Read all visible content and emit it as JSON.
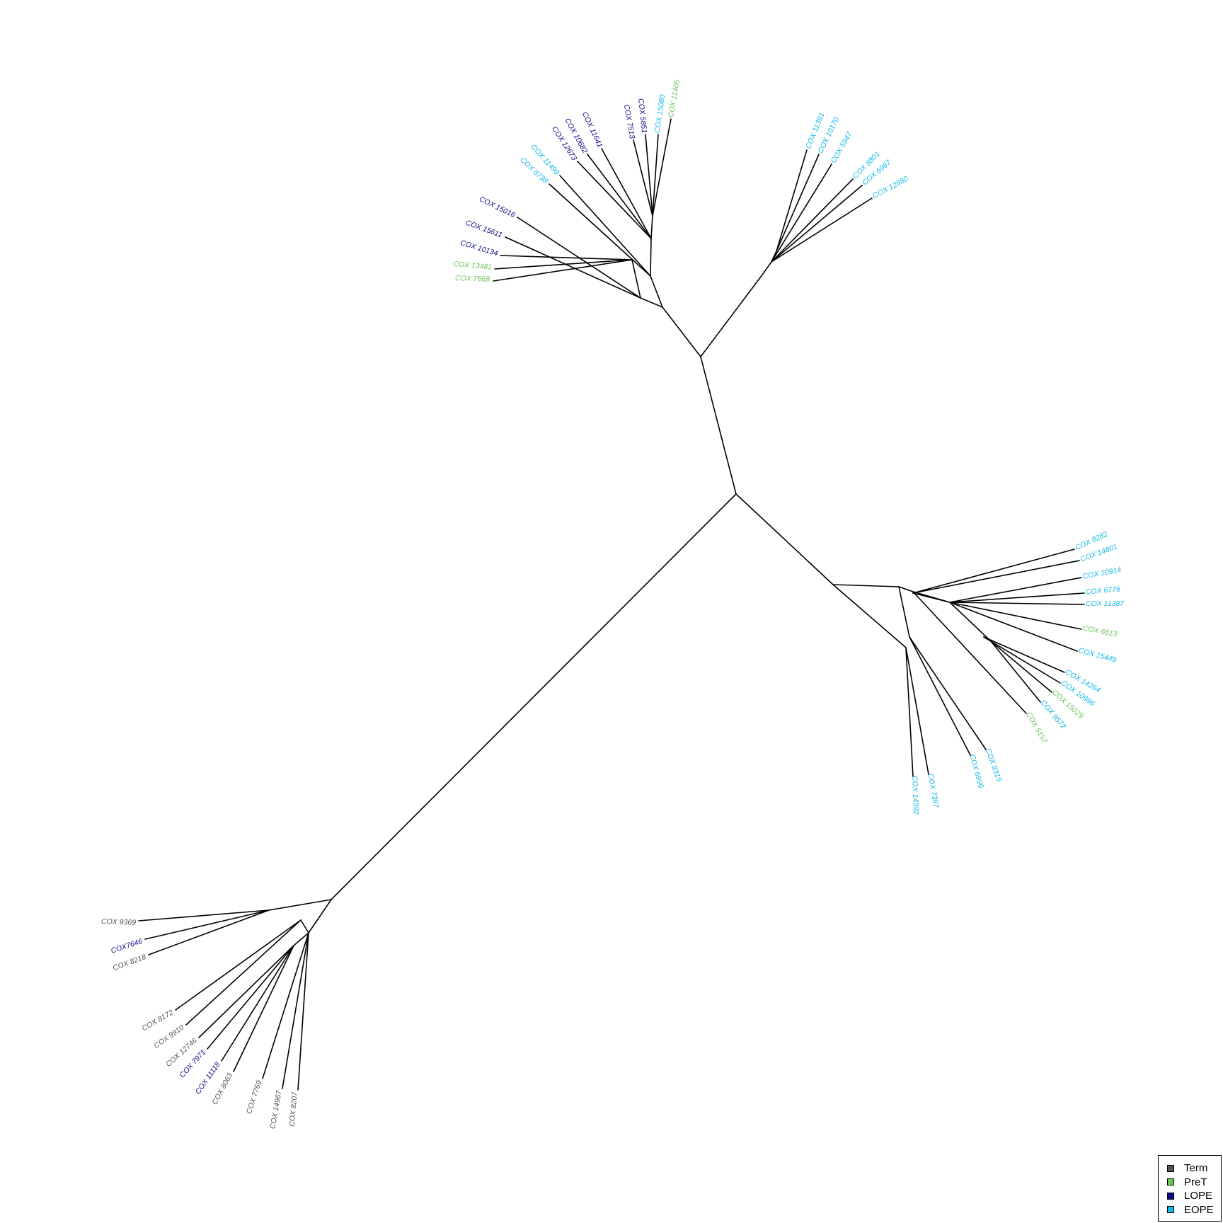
{
  "legend": {
    "items": [
      {
        "label": "Term",
        "color": "#555555"
      },
      {
        "label": "PreT",
        "color": "#6cc35a"
      },
      {
        "label": "LOPE",
        "color": "#0b0b85"
      },
      {
        "label": "EOPE",
        "color": "#13b8e8"
      }
    ]
  },
  "tree": {
    "type": "unrooted-phylogeny",
    "tips": [
      {
        "label": "COX 15080",
        "group": "EOPE"
      },
      {
        "label": "COX 11405",
        "group": "PreT"
      },
      {
        "label": "COX 5851",
        "group": "LOPE"
      },
      {
        "label": "COX 7513",
        "group": "LOPE"
      },
      {
        "label": "COX 11641",
        "group": "LOPE"
      },
      {
        "label": "COX 10682",
        "group": "LOPE"
      },
      {
        "label": "COX 12673",
        "group": "LOPE"
      },
      {
        "label": "COX 11499",
        "group": "EOPE"
      },
      {
        "label": "COX 8738",
        "group": "EOPE"
      },
      {
        "label": "COX 15016",
        "group": "LOPE"
      },
      {
        "label": "COX 15611",
        "group": "LOPE"
      },
      {
        "label": "COX 10134",
        "group": "LOPE"
      },
      {
        "label": "COX 13481",
        "group": "PreT"
      },
      {
        "label": "COX 7668",
        "group": "PreT"
      },
      {
        "label": "COX 11391",
        "group": "EOPE"
      },
      {
        "label": "COX 10170",
        "group": "EOPE"
      },
      {
        "label": "COX 5947",
        "group": "EOPE"
      },
      {
        "label": "COX 8801",
        "group": "EOPE"
      },
      {
        "label": "COX 6967",
        "group": "EOPE"
      },
      {
        "label": "COX 12880",
        "group": "EOPE"
      },
      {
        "label": "COX 8282",
        "group": "EOPE"
      },
      {
        "label": "COX 14801",
        "group": "EOPE"
      },
      {
        "label": "COX 10914",
        "group": "EOPE"
      },
      {
        "label": "COX 6776",
        "group": "EOPE"
      },
      {
        "label": "COX 11387",
        "group": "EOPE"
      },
      {
        "label": "COX 6613",
        "group": "PreT"
      },
      {
        "label": "COX 15449",
        "group": "EOPE"
      },
      {
        "label": "COX 14264",
        "group": "EOPE"
      },
      {
        "label": "COX 10986",
        "group": "EOPE"
      },
      {
        "label": "COX 15029",
        "group": "PreT"
      },
      {
        "label": "COX 9572",
        "group": "EOPE"
      },
      {
        "label": "COX 5157",
        "group": "PreT"
      },
      {
        "label": "COX 8319",
        "group": "EOPE"
      },
      {
        "label": "COX 6996",
        "group": "EOPE"
      },
      {
        "label": "COX 7387",
        "group": "EOPE"
      },
      {
        "label": "COX 14392",
        "group": "EOPE"
      },
      {
        "label": "COX 9369",
        "group": "Term"
      },
      {
        "label": "COX7646",
        "group": "LOPE"
      },
      {
        "label": "COX 8218",
        "group": "Term"
      },
      {
        "label": "COX 8172",
        "group": "Term"
      },
      {
        "label": "COX 9910",
        "group": "Term"
      },
      {
        "label": "COX 12746",
        "group": "Term"
      },
      {
        "label": "COX 7971",
        "group": "LOPE"
      },
      {
        "label": "COX 11118",
        "group": "LOPE"
      },
      {
        "label": "COX 8063",
        "group": "Term"
      },
      {
        "label": "COX 7769",
        "group": "Term"
      },
      {
        "label": "COX 14967",
        "group": "Term"
      },
      {
        "label": "COX 8207",
        "group": "Term"
      }
    ]
  }
}
